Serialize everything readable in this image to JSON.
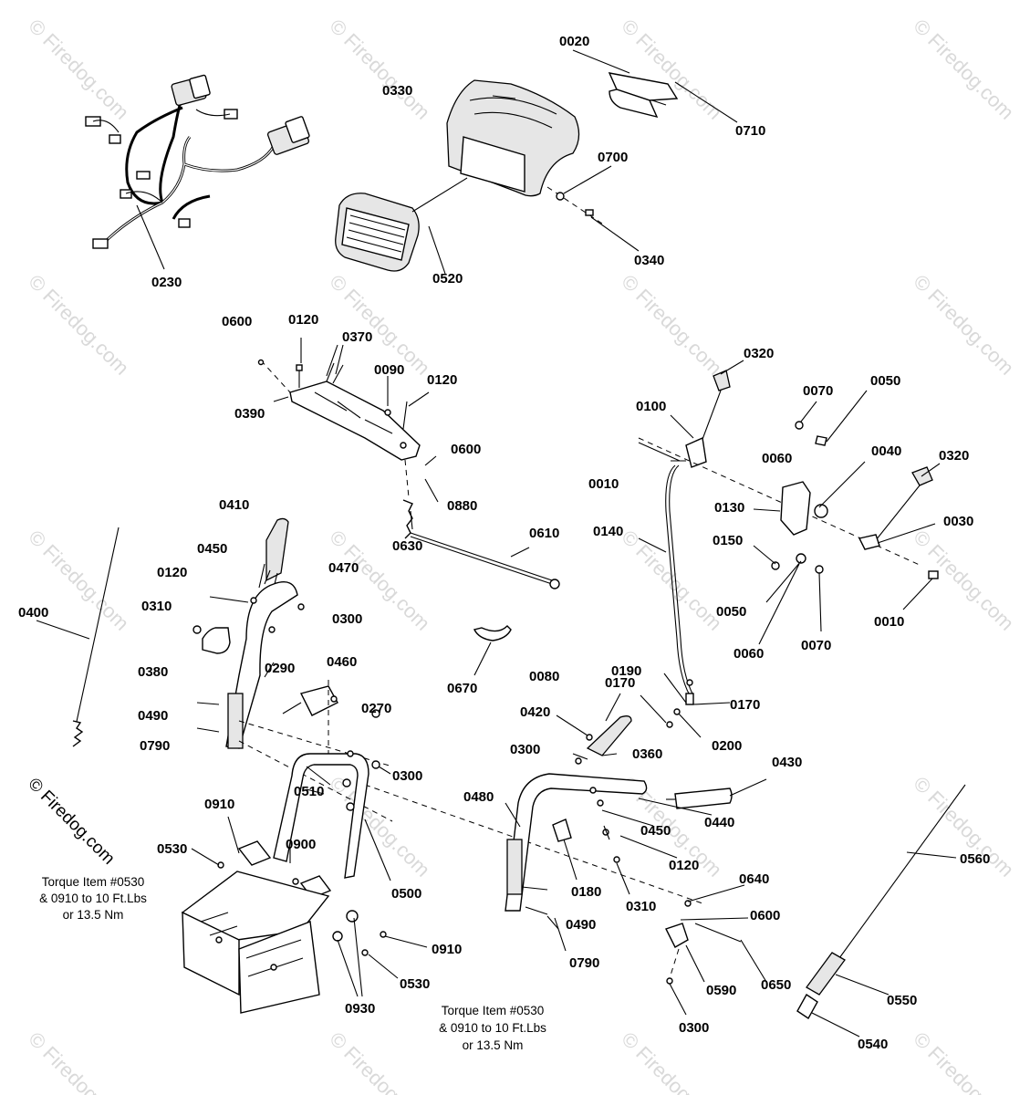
{
  "watermark": "© Firedog.com",
  "copyright": "© Firedog.com",
  "callouts": {
    "c0020": "0020",
    "c0710": "0710",
    "c0330": "0330",
    "c0700": "0700",
    "c0340": "0340",
    "c0520": "0520",
    "c0230": "0230",
    "c0600a": "0600",
    "c0120a": "0120",
    "c0370": "0370",
    "c0090": "0090",
    "c0120b": "0120",
    "c0390": "0390",
    "c0600b": "0600",
    "c0880": "0880",
    "c0630": "0630",
    "c0610": "0610",
    "c0320a": "0320",
    "c0100": "0100",
    "c0070a": "0070",
    "c0050a": "0050",
    "c0060a": "0060",
    "c0040": "0040",
    "c0320b": "0320",
    "c0010a": "0010",
    "c0130": "0130",
    "c0030": "0030",
    "c0140": "0140",
    "c0150": "0150",
    "c0050b": "0050",
    "c0060b": "0060",
    "c0070b": "0070",
    "c0010b": "0010",
    "c0410": "0410",
    "c0450a": "0450",
    "c0120c": "0120",
    "c0470": "0470",
    "c0400": "0400",
    "c0310a": "0310",
    "c0300a": "0300",
    "c0380": "0380",
    "c0290": "0290",
    "c0460": "0460",
    "c0490a": "0490",
    "c0270": "0270",
    "c0790a": "0790",
    "c0300b": "0300",
    "c0510": "0510",
    "c0910a": "0910",
    "c0900": "0900",
    "c0530a": "0530",
    "c0500": "0500",
    "c0910b": "0910",
    "c0530b": "0530",
    "c0930": "0930",
    "c0670": "0670",
    "c0190": "0190",
    "c0170a": "0170",
    "c0170b": "0170",
    "c0080": "0080",
    "c0420": "0420",
    "c0200": "0200",
    "c0300c": "0300",
    "c0360": "0360",
    "c0430": "0430",
    "c0480": "0480",
    "c0440": "0440",
    "c0450b": "0450",
    "c0120d": "0120",
    "c0180": "0180",
    "c0310b": "0310",
    "c0490b": "0490",
    "c0790b": "0790",
    "c0560": "0560",
    "c0640": "0640",
    "c0600c": "0600",
    "c0650": "0650",
    "c0590": "0590",
    "c0300d": "0300",
    "c0550": "0550",
    "c0540": "0540"
  },
  "torque_note_left": [
    "Torque Item #0530",
    "& 0910 to 10 Ft.Lbs",
    "or 13.5 Nm"
  ],
  "torque_note_bottom": [
    "Torque Item #0530",
    "& 0910 to 10 Ft.Lbs",
    "or 13.5 Nm"
  ]
}
